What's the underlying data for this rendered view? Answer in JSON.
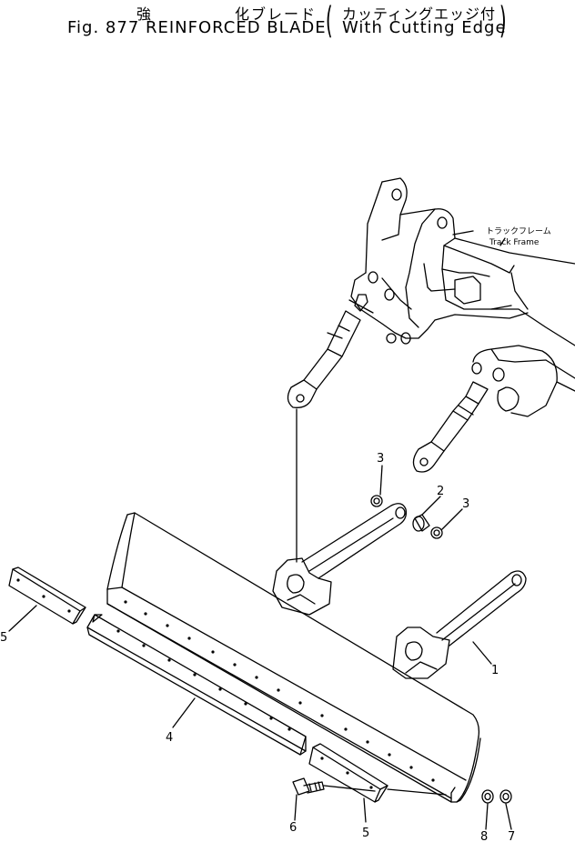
{
  "header": {
    "title_jp": "強　　　　　化ブレード",
    "title_en": "Fig. 877 REINFORCED BLADE",
    "subtitle_jp": "カッティングエッジ付",
    "subtitle_en": "With Cutting Edge"
  },
  "frame_label": {
    "jp": "トラックフレーム",
    "en": "Track Frame"
  },
  "callouts": [
    "1",
    "2",
    "3",
    "3",
    "4",
    "5",
    "5",
    "6",
    "7",
    "8"
  ]
}
